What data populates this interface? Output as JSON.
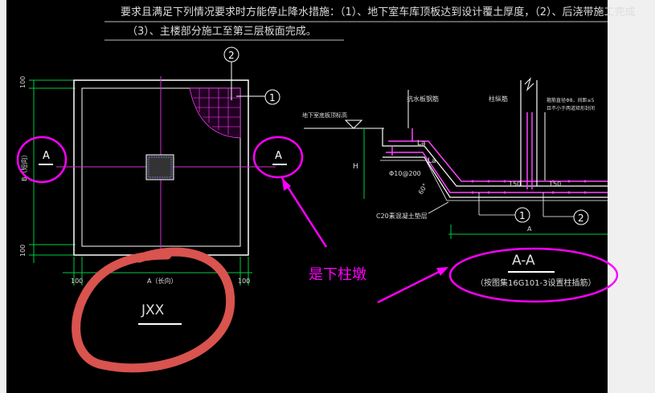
{
  "header_note": {
    "line1": "要求且满足下列情况要求时方能停止降水措施：（1）、地下室车库顶板达到设计覆土厚度，（2）、后浇带施工完成",
    "line2": "（3）、主楼部分施工至第三层板面完成。"
  },
  "plan": {
    "dim_top": "100",
    "dim_bottom": "100",
    "dim_left_bottom": "100",
    "dim_right_bottom": "100",
    "width_label": "A（长向）",
    "depth_label": "B（短向）",
    "section_mark_left": "A",
    "section_mark_right": "A",
    "callout_1": "1",
    "callout_2": "2",
    "title": "JXX"
  },
  "section": {
    "label_basement_floor": "地下室底板顶标高",
    "label_waterproof_slab": "抗水板钢筋",
    "label_column_rebar": "柱纵筋",
    "label_stirrup_note1": "箍筋直径Φ8，间距≤5",
    "label_stirrup_note2": "且不小于两道矩形封闭",
    "la_1": "La",
    "la_2": "La",
    "dim_h": "H",
    "rebar": "Φ10@200",
    "angle": "60°",
    "dim_150_left": "150",
    "dim_150_right": "150",
    "concrete_pad": "C20素混凝土垫层",
    "callout_1": "1",
    "callout_2": "2",
    "dim_a": "A",
    "title": "A-A",
    "subtitle": "（按图集16G101-3设置柱插筋）"
  },
  "annotation": {
    "text": "是下柱墩",
    "color": "#ff00ff"
  },
  "colors": {
    "cad_bg": "#000000",
    "line_white": "#ffffff",
    "line_green": "#00cc44",
    "line_magenta": "#ff00ff",
    "rebar_pink": "#ff44ff",
    "hand_red": "#d9534f"
  }
}
